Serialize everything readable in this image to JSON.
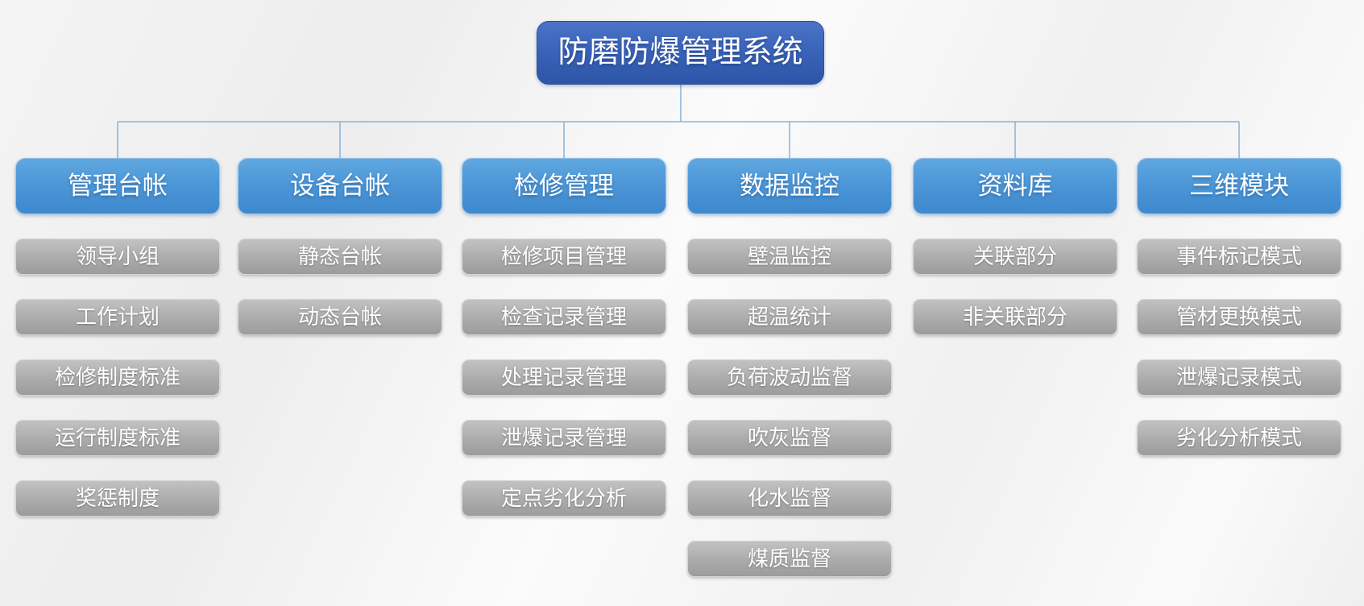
{
  "diagram": {
    "title": "防磨防爆管理系统",
    "colors": {
      "root_fill_top": "#4b74c7",
      "root_fill_bottom": "#2d55a6",
      "branch_fill_top": "#60a8e1",
      "branch_fill_bottom": "#3e88ce",
      "leaf_fill_top": "#c2c2c2",
      "leaf_fill_bottom": "#9c9c9c",
      "connector_line": "#84b3de",
      "text": "#ffffff",
      "background": "#f2f2f2"
    },
    "columns": [
      {
        "label": "管理台帐",
        "items": [
          "领导小组",
          "工作计划",
          "检修制度标准",
          "运行制度标准",
          "奖惩制度"
        ]
      },
      {
        "label": "设备台帐",
        "items": [
          "静态台帐",
          "动态台帐"
        ]
      },
      {
        "label": "检修管理",
        "items": [
          "检修项目管理",
          "检查记录管理",
          "处理记录管理",
          "泄爆记录管理",
          "定点劣化分析"
        ]
      },
      {
        "label": "数据监控",
        "items": [
          "壁温监控",
          "超温统计",
          "负荷波动监督",
          "吹灰监督",
          "化水监督",
          "煤质监督"
        ]
      },
      {
        "label": "资料库",
        "items": [
          "关联部分",
          "非关联部分"
        ]
      },
      {
        "label": "三维模块",
        "items": [
          "事件标记模式",
          "管材更换模式",
          "泄爆记录模式",
          "劣化分析模式"
        ]
      }
    ]
  }
}
